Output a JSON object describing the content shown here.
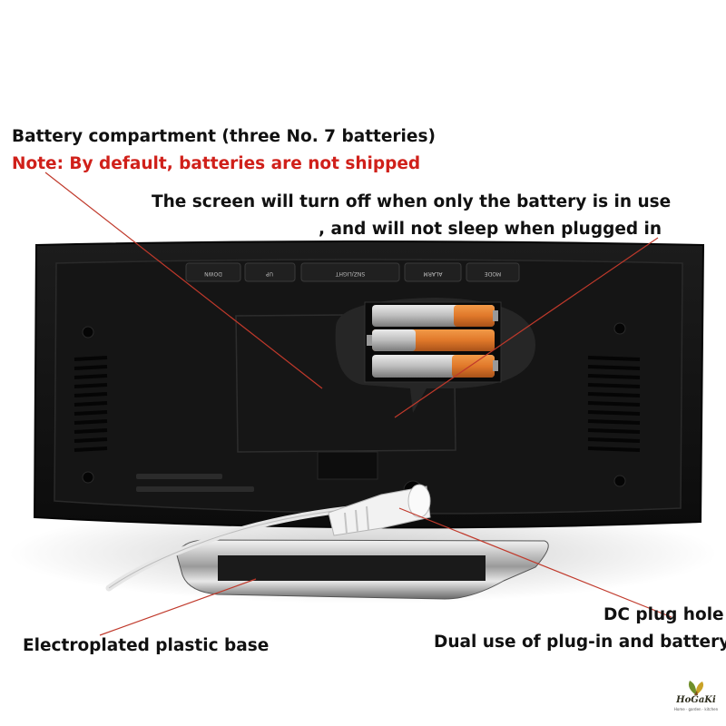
{
  "labels": {
    "battery_compartment": "Battery compartment (three No. 7 batteries)",
    "note": "Note: By default, batteries are not shipped",
    "screen_line1": "The screen will turn off when only the battery is in use",
    "screen_line2": ", and will not sleep when plugged in",
    "dc_plug": "DC plug hole",
    "dual_use": "Dual use of plug-in and battery",
    "base": "Electroplated plastic base"
  },
  "buttons": {
    "down": "DOWN",
    "up": "UP",
    "snz_light": "SNZ/LIGHT",
    "alarm": "ALARM",
    "mode": "MODE"
  },
  "logo": {
    "name": "HoGaKi",
    "tagline": "Home · garden · kitchen"
  },
  "colors": {
    "note_red": "#d0201a",
    "pointer_line": "#c0392b",
    "body": "#121212",
    "battery_orange": "#e0782a"
  }
}
